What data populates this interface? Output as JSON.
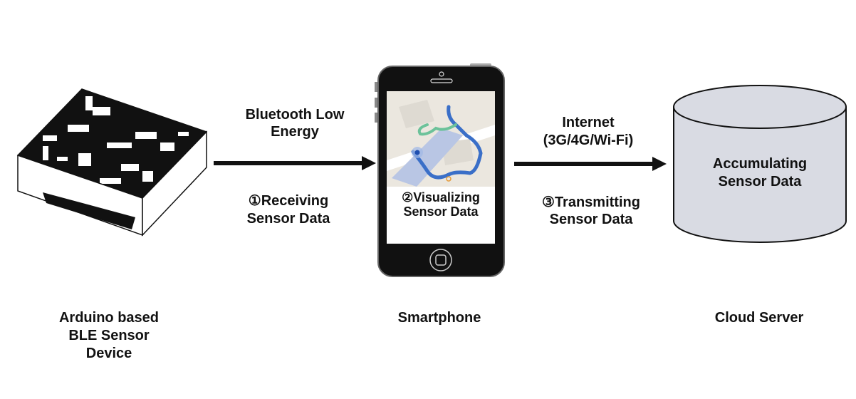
{
  "link1": {
    "top": [
      "Bluetooth Low",
      "Energy"
    ],
    "bottom": [
      "①Receiving",
      "Sensor Data"
    ]
  },
  "phone_screen": [
    "②Visualizing",
    "Sensor Data"
  ],
  "link2": {
    "top": [
      "Internet",
      "(3G/4G/Wi-Fi)"
    ],
    "bottom": [
      "③Transmitting",
      "Sensor Data"
    ]
  },
  "cloud_text": [
    "Accumulating",
    "Sensor Data"
  ],
  "captions": {
    "device": [
      "Arduino based",
      "BLE Sensor",
      "Device"
    ],
    "phone": "Smartphone",
    "cloud": "Cloud Server"
  },
  "colors": {
    "cylinder": "#d9dbe3",
    "route_blue": "#3a6fc8",
    "route_green": "#6cc29a"
  }
}
